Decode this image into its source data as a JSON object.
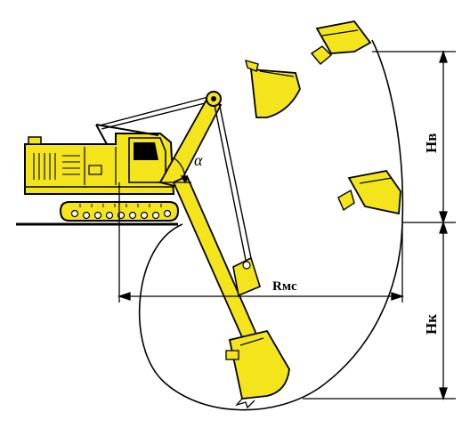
{
  "labels": {
    "alpha": "α",
    "rmc": "Rмс",
    "hv": "Нв",
    "hk": "Нк"
  },
  "colors": {
    "machine": "#f4e41c",
    "outline": "#000000",
    "background": "#ffffff"
  },
  "icons": [
    "excavator-body-icon",
    "crawler-track-icon",
    "boom-icon",
    "stick-icon",
    "bucket-icon"
  ]
}
